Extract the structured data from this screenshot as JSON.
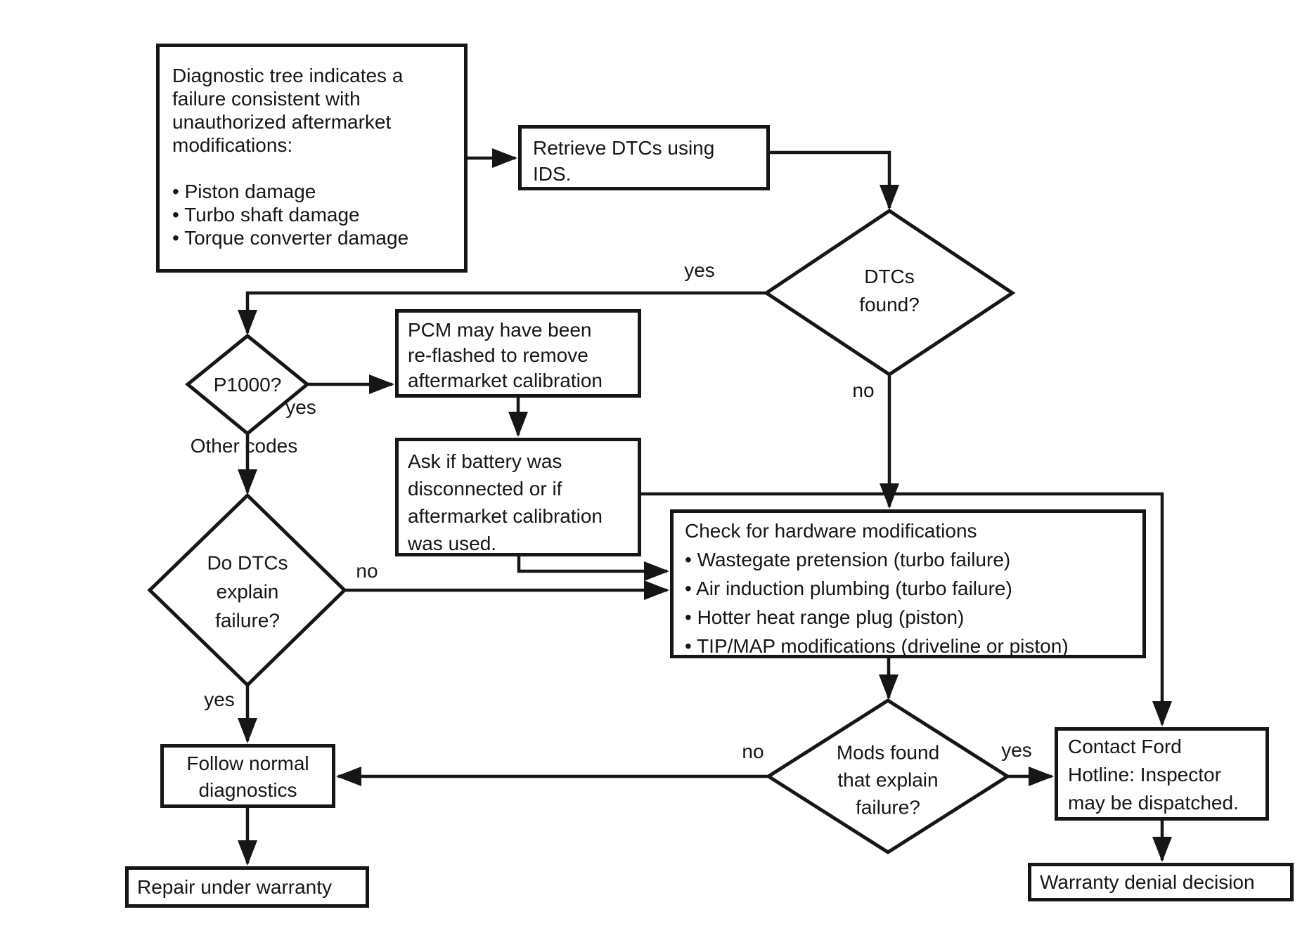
{
  "canvas": {
    "background_color": "#ffffff",
    "ink_color": "#161616"
  },
  "nodes": {
    "start": {
      "lines": [
        "Diagnostic tree indicates a",
        "failure consistent with",
        "unauthorized aftermarket",
        "modifications:"
      ],
      "bullets": [
        "• Piston damage",
        "• Turbo shaft damage",
        "• Torque converter damage"
      ]
    },
    "retrieve": {
      "lines": [
        "Retrieve DTCs using",
        "IDS."
      ]
    },
    "dtcs_found": {
      "lines": [
        "DTCs",
        "found?"
      ]
    },
    "p1000": {
      "text": "P1000?"
    },
    "pcm_reflashed": {
      "lines": [
        "PCM may have been",
        "re-flashed to remove",
        "aftermarket calibration"
      ]
    },
    "ask_battery": {
      "lines": [
        "Ask if battery was",
        "disconnected or if",
        "aftermarket calibration",
        "was used."
      ]
    },
    "check_hardware": {
      "title": "Check for hardware modifications",
      "bullets": [
        "• Wastegate pretension (turbo failure)",
        "• Air induction plumbing (turbo failure)",
        "• Hotter heat range plug (piston)",
        "• TIP/MAP modifications (driveline or piston)"
      ]
    },
    "do_dtcs_explain": {
      "lines": [
        "Do DTCs",
        "explain",
        "failure?"
      ]
    },
    "follow_normal": {
      "lines": [
        "Follow normal",
        "diagnostics"
      ]
    },
    "repair_warranty": {
      "text": "Repair under warranty"
    },
    "mods_found": {
      "lines": [
        "Mods found",
        "that explain",
        "failure?"
      ]
    },
    "contact_ford": {
      "lines": [
        "Contact Ford",
        "Hotline: Inspector",
        "may be dispatched."
      ]
    },
    "warranty_denial": {
      "text": "Warranty denial decision"
    }
  },
  "edge_labels": {
    "dtcs_yes": "yes",
    "dtcs_no": "no",
    "p1000_yes": "yes",
    "p1000_other": "Other codes",
    "dodtcs_no": "no",
    "dodtcs_yes": "yes",
    "mods_no": "no",
    "mods_yes": "yes"
  }
}
